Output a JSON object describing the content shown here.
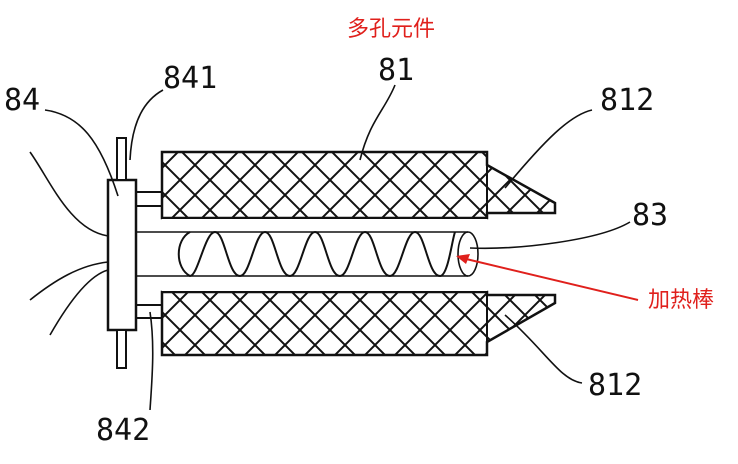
{
  "annotations": {
    "part_name": "多孔元件",
    "heater_name": "加热棒",
    "color": "#e0201c"
  },
  "labels": {
    "l81": "81",
    "l812_top": "812",
    "l812_bottom": "812",
    "l83": "83",
    "l84": "84",
    "l841": "841",
    "l842": "842"
  }
}
